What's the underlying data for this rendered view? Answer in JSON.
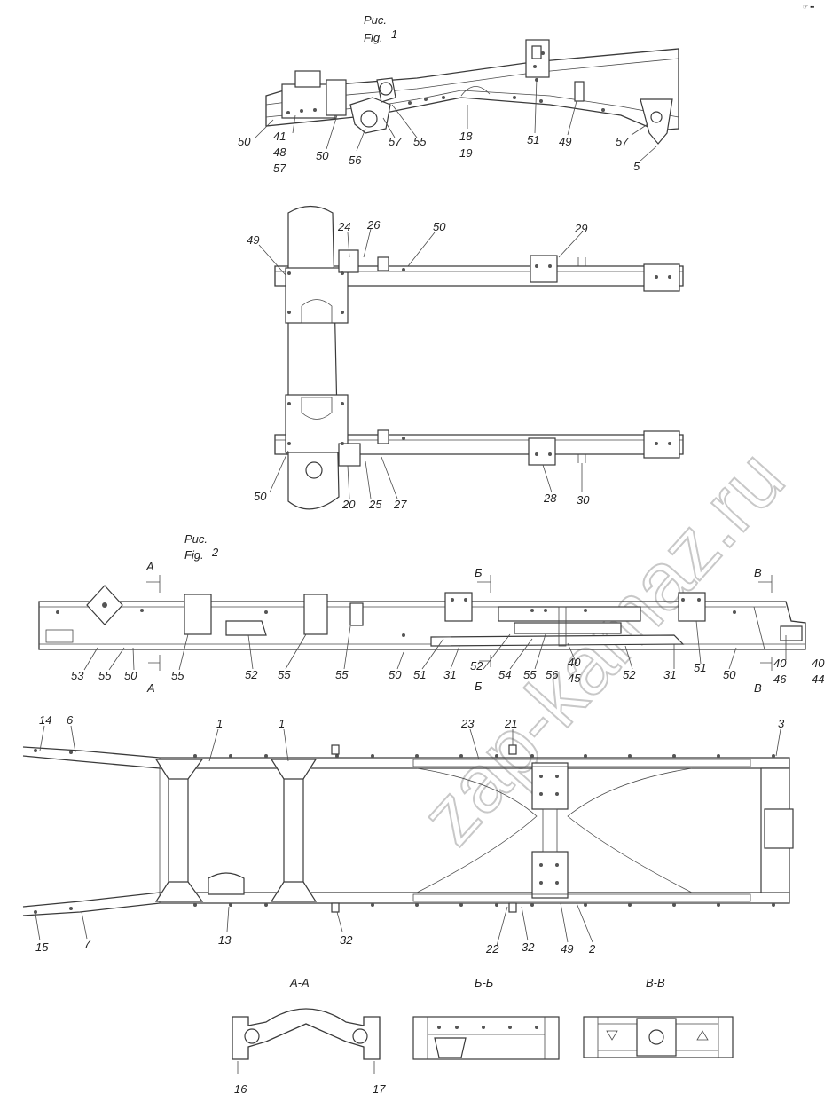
{
  "watermark": "zap-kamaz.ru",
  "corner_mark": "☞ ▪▪",
  "fig1": {
    "title_ru": "Рис.",
    "title_en": "Fig.",
    "number": "1"
  },
  "fig2": {
    "title_ru": "Рис.",
    "title_en": "Fig.",
    "number": "2"
  },
  "sections": {
    "aa": "А-А",
    "bb": "Б-Б",
    "vv": "В-В"
  },
  "section_marks": {
    "a": "А",
    "b": "Б",
    "v": "В"
  },
  "labels_side1": [
    "50",
    "41",
    "48",
    "57",
    "50",
    "56",
    "57",
    "55",
    "18",
    "19",
    "51",
    "49",
    "57",
    "5"
  ],
  "labels_top1": [
    "49",
    "24",
    "26",
    "50",
    "29",
    "50",
    "20",
    "25",
    "27",
    "28",
    "30"
  ],
  "labels_side2": [
    "53",
    "55",
    "50",
    "55",
    "52",
    "55",
    "55",
    "50",
    "51",
    "31",
    "52",
    "54",
    "55",
    "56",
    "40",
    "45",
    "52",
    "31",
    "51",
    "50",
    "40",
    "46",
    "40",
    "44"
  ],
  "labels_top2": [
    "14",
    "6",
    "1",
    "1",
    "23",
    "21",
    "3",
    "15",
    "7",
    "13",
    "32",
    "22",
    "32",
    "49",
    "2"
  ],
  "labels_sections": [
    "16",
    "17"
  ]
}
